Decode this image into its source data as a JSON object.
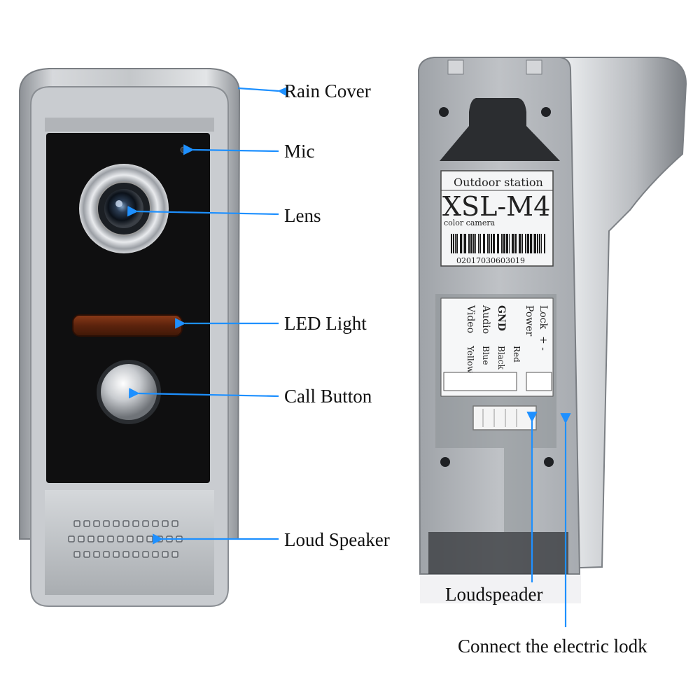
{
  "front_callouts": {
    "rain_cover": "Rain Cover",
    "mic": "Mic",
    "lens": "Lens",
    "led_light": "LED Light",
    "call_button": "Call Button",
    "loud_speaker": "Loud Speaker"
  },
  "back_callouts": {
    "loudspeaker": "Loudspeader",
    "electric_lock": "Connect the electric lodk"
  },
  "product_label": {
    "heading": "Outdoor station",
    "model": "XSL-M4",
    "subtitle": "color camera",
    "serial": "02017030603019"
  },
  "wiring_label": {
    "lock": "Lock",
    "lock_sign": "+ -",
    "power": "Power",
    "power_color": "Red",
    "gnd": "GND",
    "gnd_color": "Black",
    "audio": "Audio",
    "audio_color": "Blue",
    "video": "Video",
    "video_color": "Yellow"
  },
  "colors": {
    "arrow": "#1e90ff",
    "housing": "#b5b8bc",
    "faceplate": "#0f0f10",
    "led": "#6b2a12"
  }
}
